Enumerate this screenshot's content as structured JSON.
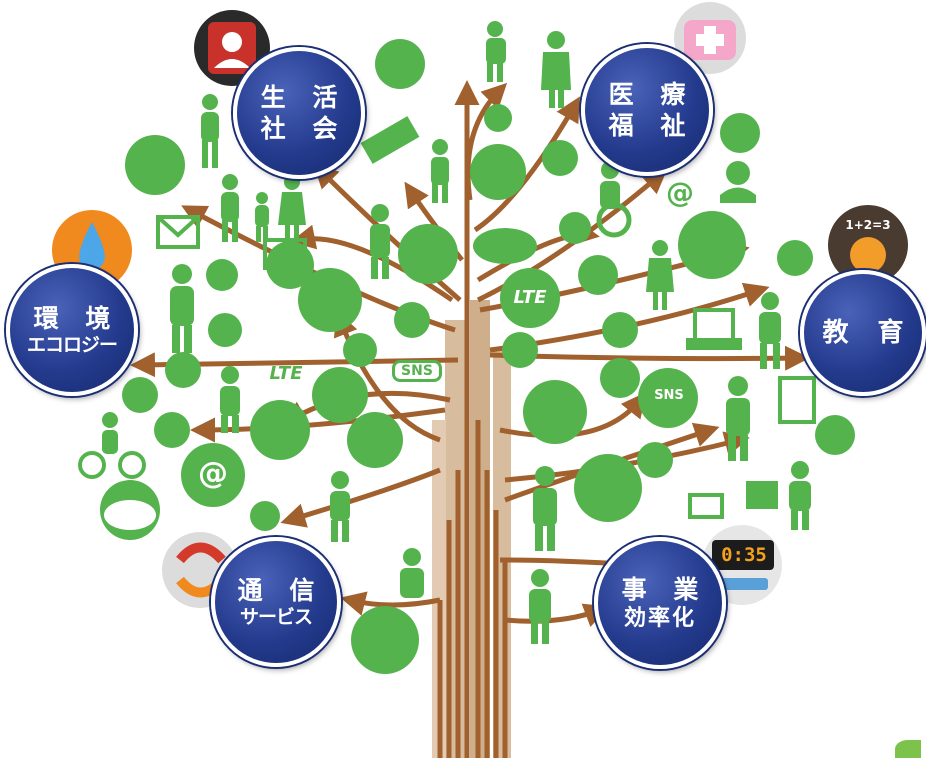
{
  "colors": {
    "trunk": "#a0612e",
    "trunk_light": "#c9a27a",
    "icon_green": "#55b34e",
    "badge_blue": "#243b8e"
  },
  "badges": {
    "life": {
      "line1": "生 活",
      "line2": "社 会"
    },
    "medical": {
      "line1": "医 療",
      "line2": "福 祉"
    },
    "environment": {
      "line1": "環 境",
      "line2": "エコロジー"
    },
    "education": {
      "line1": "教 育"
    },
    "communication": {
      "line1": "通 信",
      "line2": "サービス"
    },
    "business": {
      "line1": "事 業",
      "line2": "効率化"
    }
  },
  "icon_labels": {
    "sns_a": "SNS",
    "sns_b": "SNS",
    "lte_a": "LTE",
    "lte_b": "LTE",
    "at_a": "@",
    "at_b": "@",
    "clock_display": "0:35",
    "math": "1+2=3"
  },
  "icons": [
    "person-icon",
    "network-icon",
    "cloud-icon",
    "mail-icon",
    "globe-icon",
    "wifi-icon",
    "clock-icon",
    "home-icon",
    "gear-icon",
    "star-icon",
    "music-icon",
    "camera-icon",
    "bird-icon",
    "bicycle-icon",
    "antenna-icon",
    "document-icon",
    "chat-icon"
  ]
}
